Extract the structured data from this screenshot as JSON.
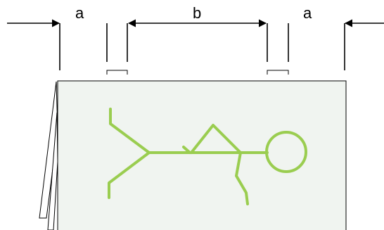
{
  "labels": {
    "margin_left": "a",
    "center_gap": "b",
    "margin_right": "a"
  },
  "colors": {
    "line": "#000000",
    "figure": "#9acd50",
    "paper_fill": "#f0f4f0"
  }
}
